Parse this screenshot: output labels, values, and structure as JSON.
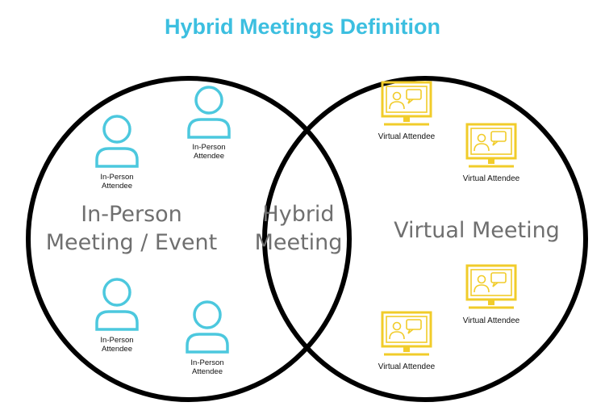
{
  "title": "Hybrid Meetings Definition",
  "regions": {
    "in_person": {
      "line1": "In-Person",
      "line2": "Meeting / Event"
    },
    "hybrid": {
      "line1": "Hybrid",
      "line2": "Meeting"
    },
    "virtual": {
      "line1": "Virtual Meeting"
    }
  },
  "in_person_attendees": [
    {
      "line1": "In-Person",
      "line2": "Attendee"
    },
    {
      "line1": "In-Person",
      "line2": "Attendee"
    },
    {
      "line1": "In-Person",
      "line2": "Attendee"
    },
    {
      "line1": "In-Person",
      "line2": "Attendee"
    }
  ],
  "virtual_attendees": [
    {
      "label": "Virtual Attendee"
    },
    {
      "label": "Virtual Attendee"
    },
    {
      "label": "Virtual Attendee"
    },
    {
      "label": "Virtual Attendee"
    }
  ],
  "colors": {
    "title": "#3cbfe0",
    "person_icon": "#4cc8de",
    "screen_icon": "#f1cc2a",
    "circle_outline": "#000000",
    "region_text": "#6f6f6f"
  },
  "icons": {
    "person": "person-icon",
    "screen": "video-call-monitor-icon"
  }
}
